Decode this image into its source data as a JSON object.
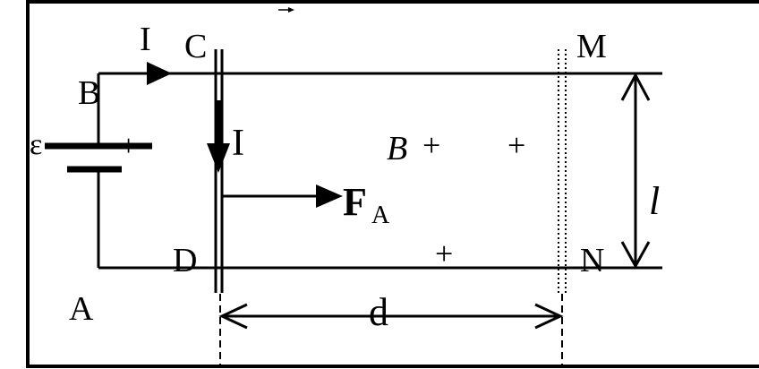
{
  "labels": {
    "current_top": "I",
    "point_c": "C",
    "point_m": "M",
    "point_b": "B",
    "emf": "ε",
    "battery_plus": "+",
    "current_rod": "I",
    "field": "B",
    "field_cross_1": "+",
    "field_cross_2": "+",
    "field_cross_3": "+",
    "force_main": "F",
    "force_sub": "A",
    "length": "l",
    "point_d": "D",
    "point_n": "N",
    "point_a": "A",
    "distance": "d"
  },
  "colors": {
    "ink": "#000000",
    "background": "#ffffff"
  }
}
